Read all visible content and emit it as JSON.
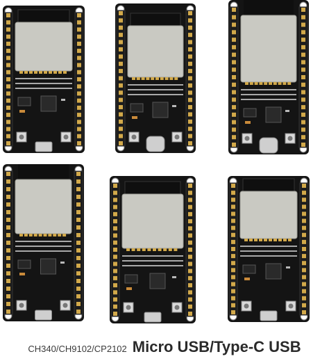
{
  "caption": {
    "chip_models": "CH340/CH9102/CP2102",
    "connector_types": "Micro USB/Type-C USB"
  },
  "colors": {
    "pcb": "#141414",
    "module_shield": "#c9c9c2",
    "module_antenna": "#0f0f0f",
    "pin_header": "#1c1c1c",
    "pin_gold": "#d2a94a",
    "usb_metal": "#cfcfcf",
    "silkscreen": "#e8e8e8"
  },
  "boards": [
    {
      "id": "board-1",
      "usb": "micro-usb"
    },
    {
      "id": "board-2",
      "usb": "type-c"
    },
    {
      "id": "board-3",
      "usb": "type-c"
    },
    {
      "id": "board-4",
      "usb": "micro-usb"
    },
    {
      "id": "board-5",
      "usb": "micro-usb"
    },
    {
      "id": "board-6",
      "usb": "micro-usb"
    }
  ]
}
